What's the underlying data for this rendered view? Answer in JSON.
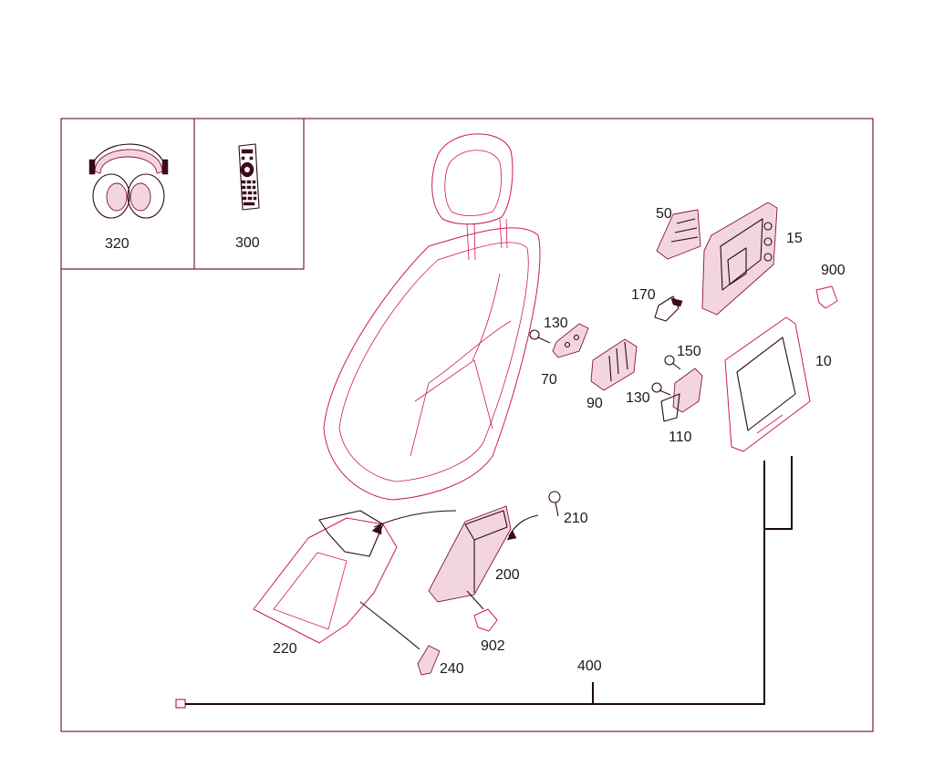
{
  "callouts": {
    "c320": "320",
    "c300": "300",
    "c50": "50",
    "c15": "15",
    "c900": "900",
    "c170": "170",
    "c130a": "130",
    "c150": "150",
    "c10": "10",
    "c70": "70",
    "c90": "90",
    "c130b": "130",
    "c110": "110",
    "c210": "210",
    "c200": "200",
    "c902": "902",
    "c220": "220",
    "c240": "240",
    "c400": "400"
  },
  "colors": {
    "outline": "#d0185a",
    "frame": "#7a1e3a",
    "wire": "#1b0710"
  },
  "icons": [
    "headphones-icon",
    "remote-control-icon",
    "seat-backrest-icon",
    "display-monitor-icon",
    "screw-icon",
    "connector-icon"
  ]
}
